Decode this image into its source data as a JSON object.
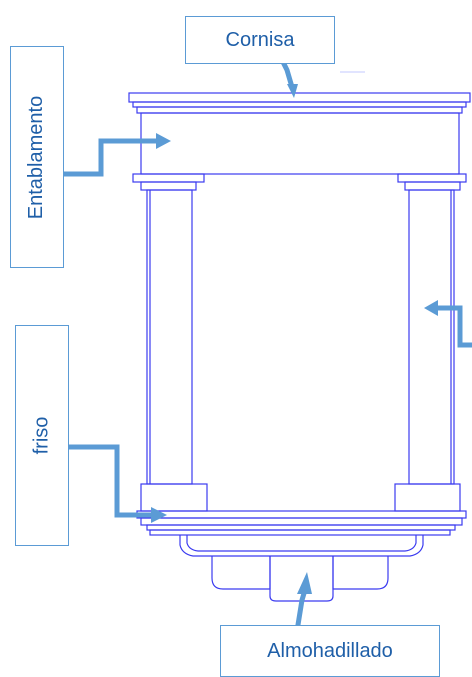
{
  "labels": {
    "cornisa": "Cornisa",
    "entablamento": "Entablamento",
    "friso": "friso",
    "almohadillado": "Almohadillado"
  },
  "colors": {
    "line": "#3b3bf0",
    "arrow": "#5b9bd5",
    "label_text": "#1f5fa8",
    "label_border": "#5b9bd5"
  }
}
